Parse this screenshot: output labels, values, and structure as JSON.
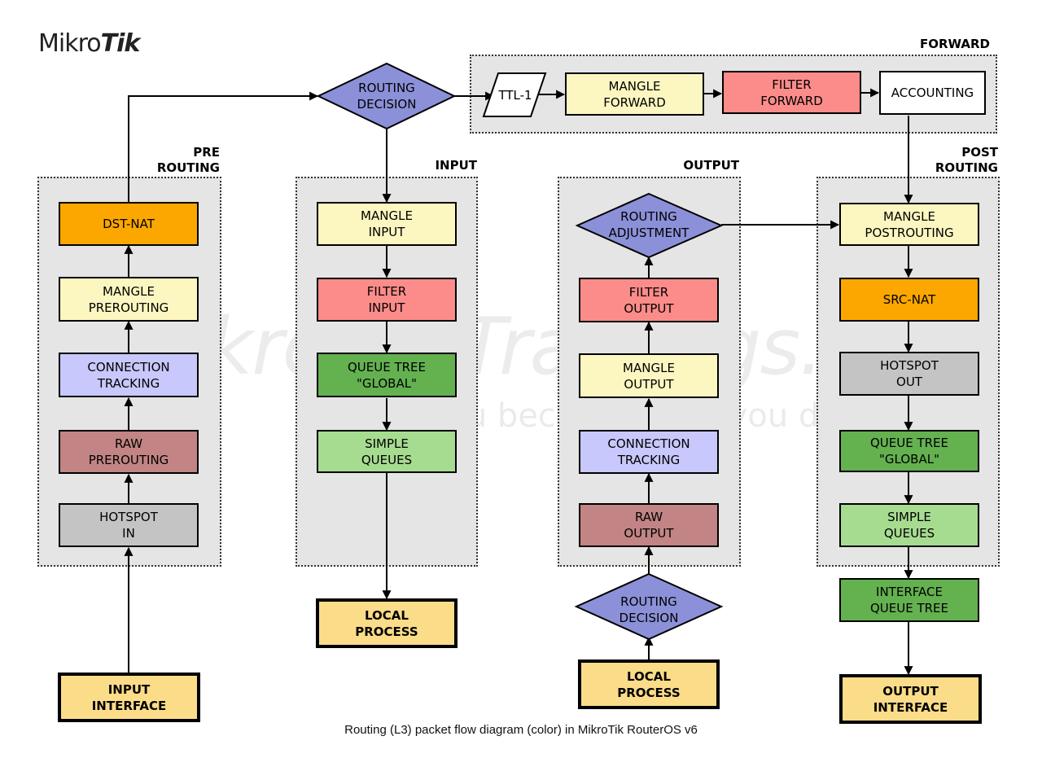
{
  "logo": {
    "part1": "Mikro",
    "part2": "Tik"
  },
  "watermark": {
    "line1": "MikroTik-Trainings.com",
    "line2": "You become what you do"
  },
  "caption": "Routing (L3) packet flow diagram (color) in MikroTik RouterOS v6",
  "clusters": {
    "prerouting": "PRE\nROUTING",
    "input": "INPUT",
    "output": "OUTPUT",
    "postrouting": "POST\nROUTING",
    "forward": "FORWARD"
  },
  "nodes": {
    "input_interface": "INPUT\nINTERFACE",
    "hotspot_in": "HOTSPOT\nIN",
    "raw_prerouting": "RAW\nPREROUTING",
    "connection_tracking_pre": "CONNECTION\nTRACKING",
    "mangle_prerouting": "MANGLE\nPREROUTING",
    "dst_nat": "DST-NAT",
    "routing_decision": "ROUTING\nDECISION",
    "ttl": "TTL-1",
    "mangle_forward": "MANGLE\nFORWARD",
    "filter_forward": "FILTER\nFORWARD",
    "accounting": "ACCOUNTING",
    "mangle_input": "MANGLE\nINPUT",
    "filter_input": "FILTER\nINPUT",
    "queue_tree_global_input": "QUEUE TREE\n\"GLOBAL\"",
    "simple_queues_input": "SIMPLE\nQUEUES",
    "local_process_in": "LOCAL\nPROCESS",
    "routing_adjustment": "ROUTING\nADJUSTMENT",
    "filter_output": "FILTER\nOUTPUT",
    "mangle_output": "MANGLE\nOUTPUT",
    "connection_tracking_out": "CONNECTION\nTRACKING",
    "raw_output": "RAW\nOUTPUT",
    "routing_decision_out": "ROUTING\nDECISION",
    "local_process_out": "LOCAL\nPROCESS",
    "mangle_postrouting": "MANGLE\nPOSTROUTING",
    "src_nat": "SRC-NAT",
    "hotspot_out": "HOTSPOT\nOUT",
    "queue_tree_global_post": "QUEUE TREE\n\"GLOBAL\"",
    "simple_queues_post": "SIMPLE\nQUEUES",
    "interface_queue_tree": "INTERFACE\nQUEUE TREE",
    "output_interface": "OUTPUT\nINTERFACE"
  },
  "colors": {
    "mangle": "#fcf6c0",
    "filter": "#fb8c8a",
    "nat": "#fba700",
    "connection_tracking": "#c8c8fc",
    "raw": "#c28484",
    "hotspot": "#c4c4c4",
    "queue_tree": "#64b150",
    "simple_queues": "#a6dc90",
    "decision": "#8c90d8",
    "terminal": "#fbdc88",
    "cluster_bg": "#e5e5e5"
  }
}
